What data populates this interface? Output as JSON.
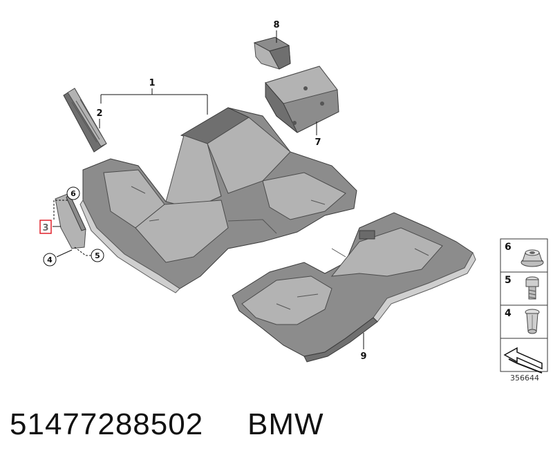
{
  "diagram": {
    "callouts": {
      "c1": "1",
      "c2": "2",
      "c3": "3",
      "c4": "4",
      "c5": "5",
      "c6": "6",
      "c7": "7",
      "c8": "8",
      "c9": "9"
    },
    "highlight_color": "#e0202a",
    "legend": {
      "rows": [
        {
          "num": "6",
          "icon": "flange-nut-icon"
        },
        {
          "num": "5",
          "icon": "bolt-icon"
        },
        {
          "num": "4",
          "icon": "expanding-rivet-icon"
        }
      ],
      "arrow_icon": "direction-arrow-icon",
      "ref_number": "356644"
    }
  },
  "footer": {
    "part_number": "51477288502",
    "brand": "BMW"
  }
}
